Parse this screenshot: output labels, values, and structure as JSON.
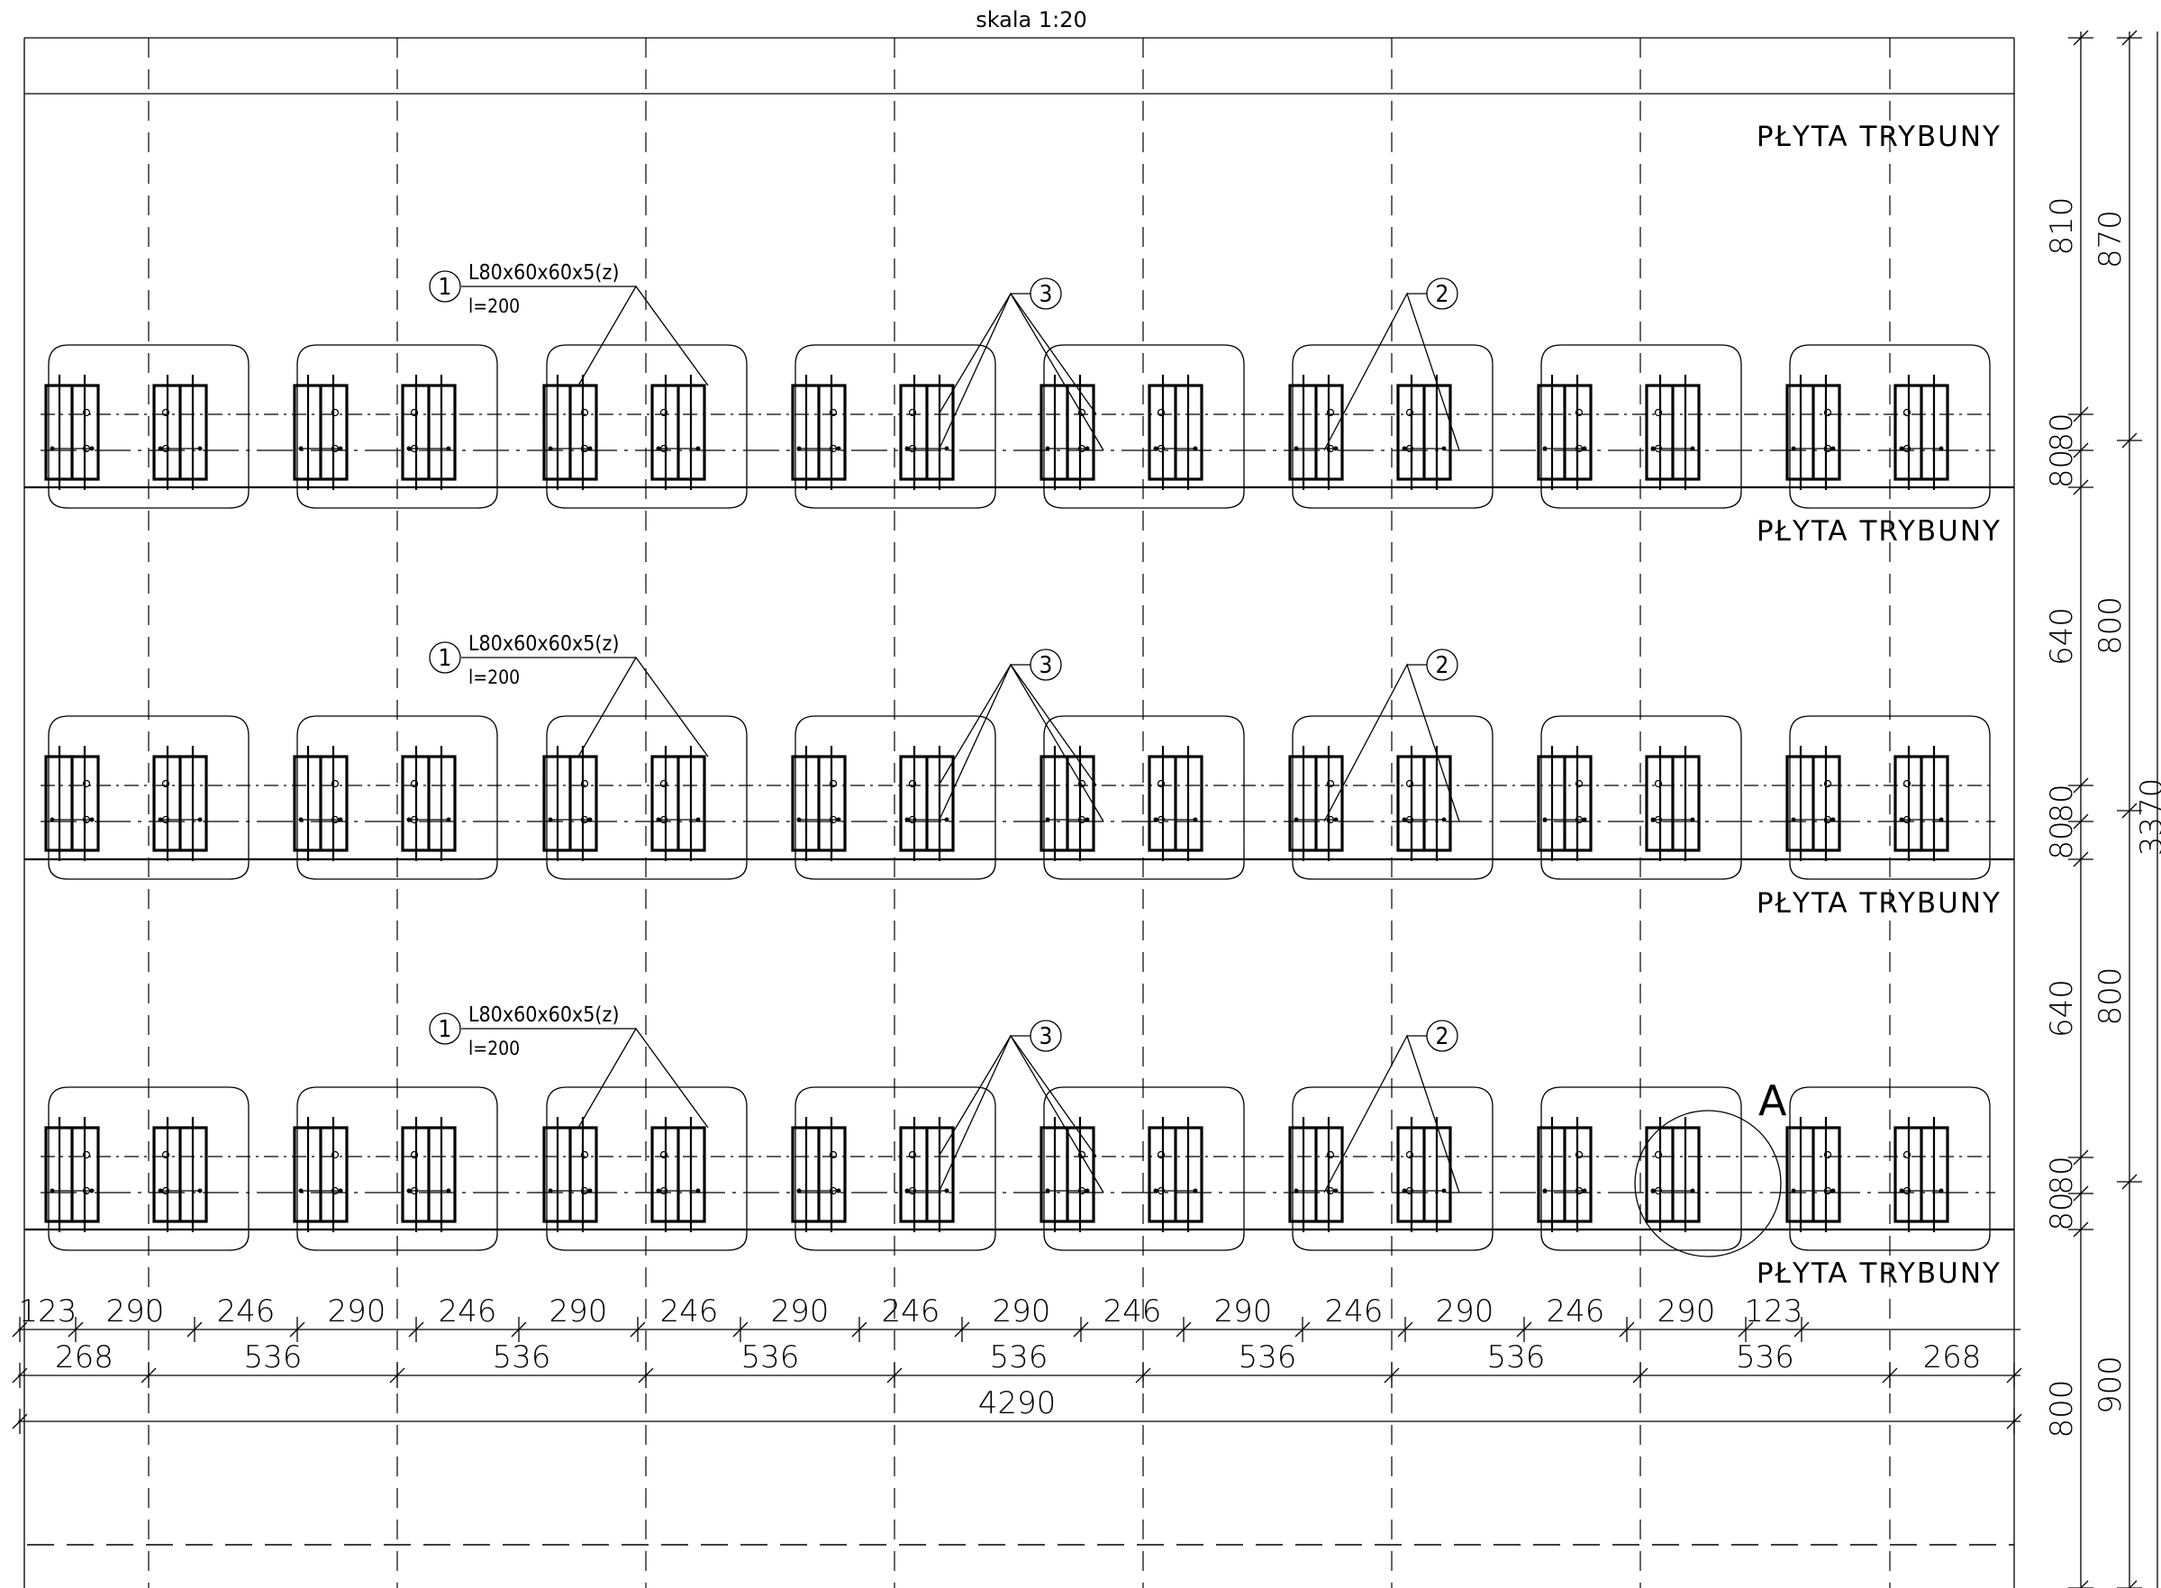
{
  "title": "skala 1:20",
  "slab_label": "PŁYTA TRYBUNY",
  "profile": {
    "marker": "1",
    "section": "L80x60x60x5(z)",
    "length": "l=200"
  },
  "markers": {
    "m2": "2",
    "m3": "3"
  },
  "detail_label": "A",
  "horizontal_dims": {
    "row1": [
      "123",
      "290",
      "246",
      "290",
      "246",
      "290",
      "246",
      "290",
      "246",
      "290",
      "246",
      "290",
      "246",
      "290",
      "246",
      "290",
      "123"
    ],
    "row2": [
      "268",
      "536",
      "536",
      "536",
      "536",
      "536",
      "536",
      "536",
      "268"
    ],
    "total": "4290"
  },
  "vertical_dims": {
    "inner": [
      "810",
      "80",
      "80",
      "640",
      "80",
      "80",
      "640",
      "80",
      "80",
      "800"
    ],
    "outer": [
      "870",
      "800",
      "800",
      "900"
    ],
    "total": "3370"
  }
}
